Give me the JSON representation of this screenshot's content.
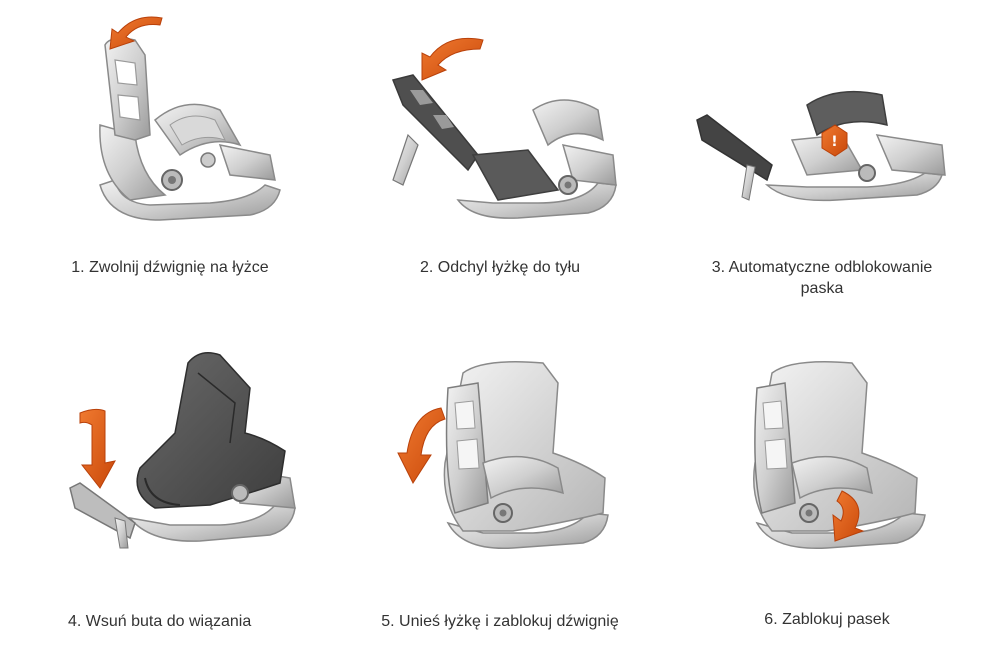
{
  "colors": {
    "accent": "#e35a13",
    "metal_light": "#e2e2e2",
    "metal_mid": "#bdbdbd",
    "metal_dark": "#7d7d7d",
    "boot_dark": "#555555",
    "outline": "#8a8a8a",
    "text": "#333333"
  },
  "steps": [
    {
      "caption": "1. Zwolnij dźwignię na łyżce",
      "icon": "binding-highback-up-icon"
    },
    {
      "caption": "2. Odchyl łyżkę do tyłu",
      "icon": "binding-highback-tilted-icon"
    },
    {
      "caption": "3. Automatyczne odblokowanie paska",
      "icon": "binding-strap-unlock-icon"
    },
    {
      "caption": "4. Wsuń buta do wiązania",
      "icon": "boot-slide-in-icon"
    },
    {
      "caption": "5. Unieś łyżkę i zablokuj dźwignię",
      "icon": "boot-highback-lock-icon"
    },
    {
      "caption": "6. Zablokuj pasek",
      "icon": "boot-strap-lock-icon"
    }
  ]
}
